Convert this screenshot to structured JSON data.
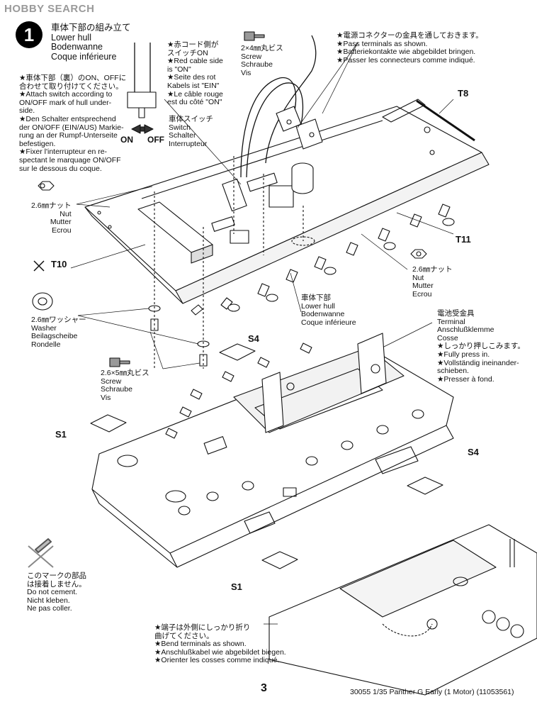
{
  "watermark": "HOBBY SEARCH",
  "step": {
    "number": "1",
    "title_lines": [
      "車体下部の組み立て",
      "Lower hull",
      "Bodenwanne",
      "Coque inférieure"
    ]
  },
  "switch_note": "★車体下部（裏）のON、OFFに\n合わせて取り付けてください。\n★Attach switch according to\nON/OFF mark of hull under-\nside.\n★Den Schalter entsprechend\nder ON/OFF (EIN/AUS) Markie-\nrung an der Rumpf-Unterseite\nbefestigen.\n★Fixer l'interrupteur en re-\nspectant le marquage ON/OFF\nsur le dessous du coque.",
  "on_label": "ON",
  "off_label": "OFF",
  "red_cable_note": "★赤コード側が\nスイッチON\n★Red cable side\nis \"ON\"\n★Seite des rot\nKabels ist \"EIN\"\n★Le câble rouge\nest du côté \"ON\"",
  "switch_label": "車体スイッチ\nSwitch\nSchalter\nInterrupteur",
  "screw_2x4": "2×4㎜丸ビス\nScrew\nSchraube\nVis",
  "terminals_note": "★電源コネクターの金具を通しておきます。\n★Pass terminals as shown.\n★Batteriekontakte wie abgebildet bringen.\n★Passer les connecteurs comme indiqué.",
  "nut_left": "2.6㎜ナット\nNut\nMutter\nEcrou",
  "nut_right": "2.6㎜ナット\nNut\nMutter\nEcrou",
  "washer": "2.6㎜ワッシャー\nWasher\nBeilagscheibe\nRondelle",
  "screw_26x5": "2.6×5㎜丸ビス\nScrew\nSchraube\nVis",
  "lower_hull_label": "車体下部\nLower hull\nBodenwanne\nCoque inférieure",
  "terminal_label": "電池受金具\nTerminal\nAnschlußklemme\nCosse\n★しっかり押しこみます。\n★Fully press in.\n★Vollständig ineinander-\nschieben.\n★Presser à fond.",
  "no_cement": "このマークの部品\nは接着しません。\nDo not cement.\nNicht kleben.\nNe pas coller.",
  "bend_note": "★端子は外側にしっかり折り\n曲げてください。\n★Bend terminals as shown.\n★Anschlußkabel wie abgebildet biegen.\n★Orienter les cosses comme indiqué.",
  "parts": {
    "t8": "T8",
    "t10": "T10",
    "t11": "T11",
    "s1_a": "S1",
    "s1_b": "S1",
    "s4_a": "S4",
    "s4_b": "S4"
  },
  "page_number": "3",
  "footer": "30055  1/35 Panther G Early (1 Motor) (11053561)"
}
